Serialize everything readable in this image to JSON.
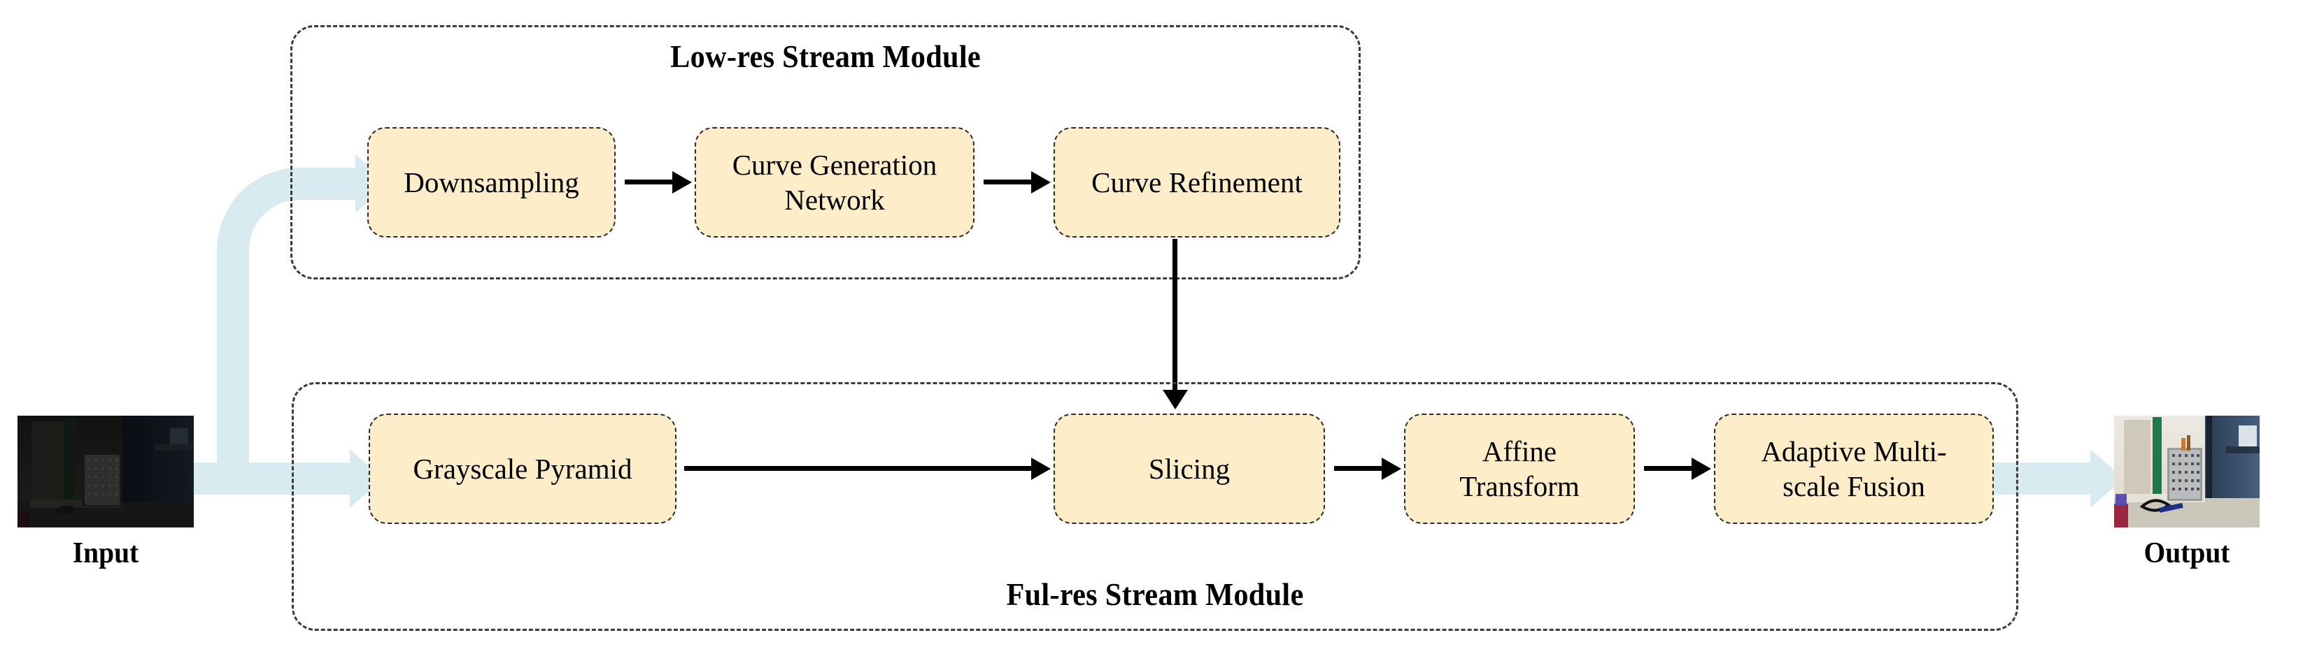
{
  "diagram": {
    "title": "Two-stream low-light image enhancement network architecture",
    "accent_box_fill": "#fdeec9",
    "accent_box_border": "#2b2b2b",
    "module_border": "#3b3b3b",
    "flow_arrow_color": "#d8ebf1",
    "connector_color": "#000000",
    "background": "#ffffff"
  },
  "modules": [
    {
      "id": "low-res",
      "label": "Low-res Stream Module",
      "title_position": "top"
    },
    {
      "id": "ful-res",
      "label": "Ful-res Stream Module",
      "title_position": "bottom"
    }
  ],
  "nodes": {
    "downsampling": {
      "label": "Downsampling",
      "lines": [
        "Downsampling"
      ]
    },
    "curve_gen": {
      "label": "Curve Generation Network",
      "lines": [
        "Curve Generation",
        "Network"
      ]
    },
    "curve_refine": {
      "label": "Curve Refinement",
      "lines": [
        "Curve Refinement"
      ]
    },
    "grayscale": {
      "label": "Grayscale Pyramid",
      "lines": [
        "Grayscale Pyramid"
      ]
    },
    "slicing": {
      "label": "Slicing",
      "lines": [
        "Slicing"
      ]
    },
    "affine": {
      "label": "Affine Transform",
      "lines": [
        "Affine",
        "Transform"
      ]
    },
    "fusion": {
      "label": "Adaptive Multi-scale Fusion",
      "lines": [
        "Adaptive Multi-",
        "scale Fusion"
      ]
    }
  },
  "io": {
    "input": {
      "label": "Input",
      "image_alt": "dark low-light indoor photo of a windowsill with a metal pen holder"
    },
    "output": {
      "label": "Output",
      "image_alt": "brightened indoor photo of a windowsill with a metal pen holder"
    }
  },
  "edges": [
    {
      "from": "input",
      "to": "downsampling",
      "style": "flow-blue-elbow"
    },
    {
      "from": "input",
      "to": "grayscale",
      "style": "flow-blue-straight"
    },
    {
      "from": "downsampling",
      "to": "curve_gen",
      "style": "arrow-black"
    },
    {
      "from": "curve_gen",
      "to": "curve_refine",
      "style": "arrow-black"
    },
    {
      "from": "curve_refine",
      "to": "slicing",
      "style": "arrow-black-vertical"
    },
    {
      "from": "grayscale",
      "to": "slicing",
      "style": "arrow-black"
    },
    {
      "from": "slicing",
      "to": "affine",
      "style": "arrow-black"
    },
    {
      "from": "affine",
      "to": "fusion",
      "style": "arrow-black"
    },
    {
      "from": "fusion",
      "to": "output",
      "style": "flow-blue-straight"
    }
  ]
}
